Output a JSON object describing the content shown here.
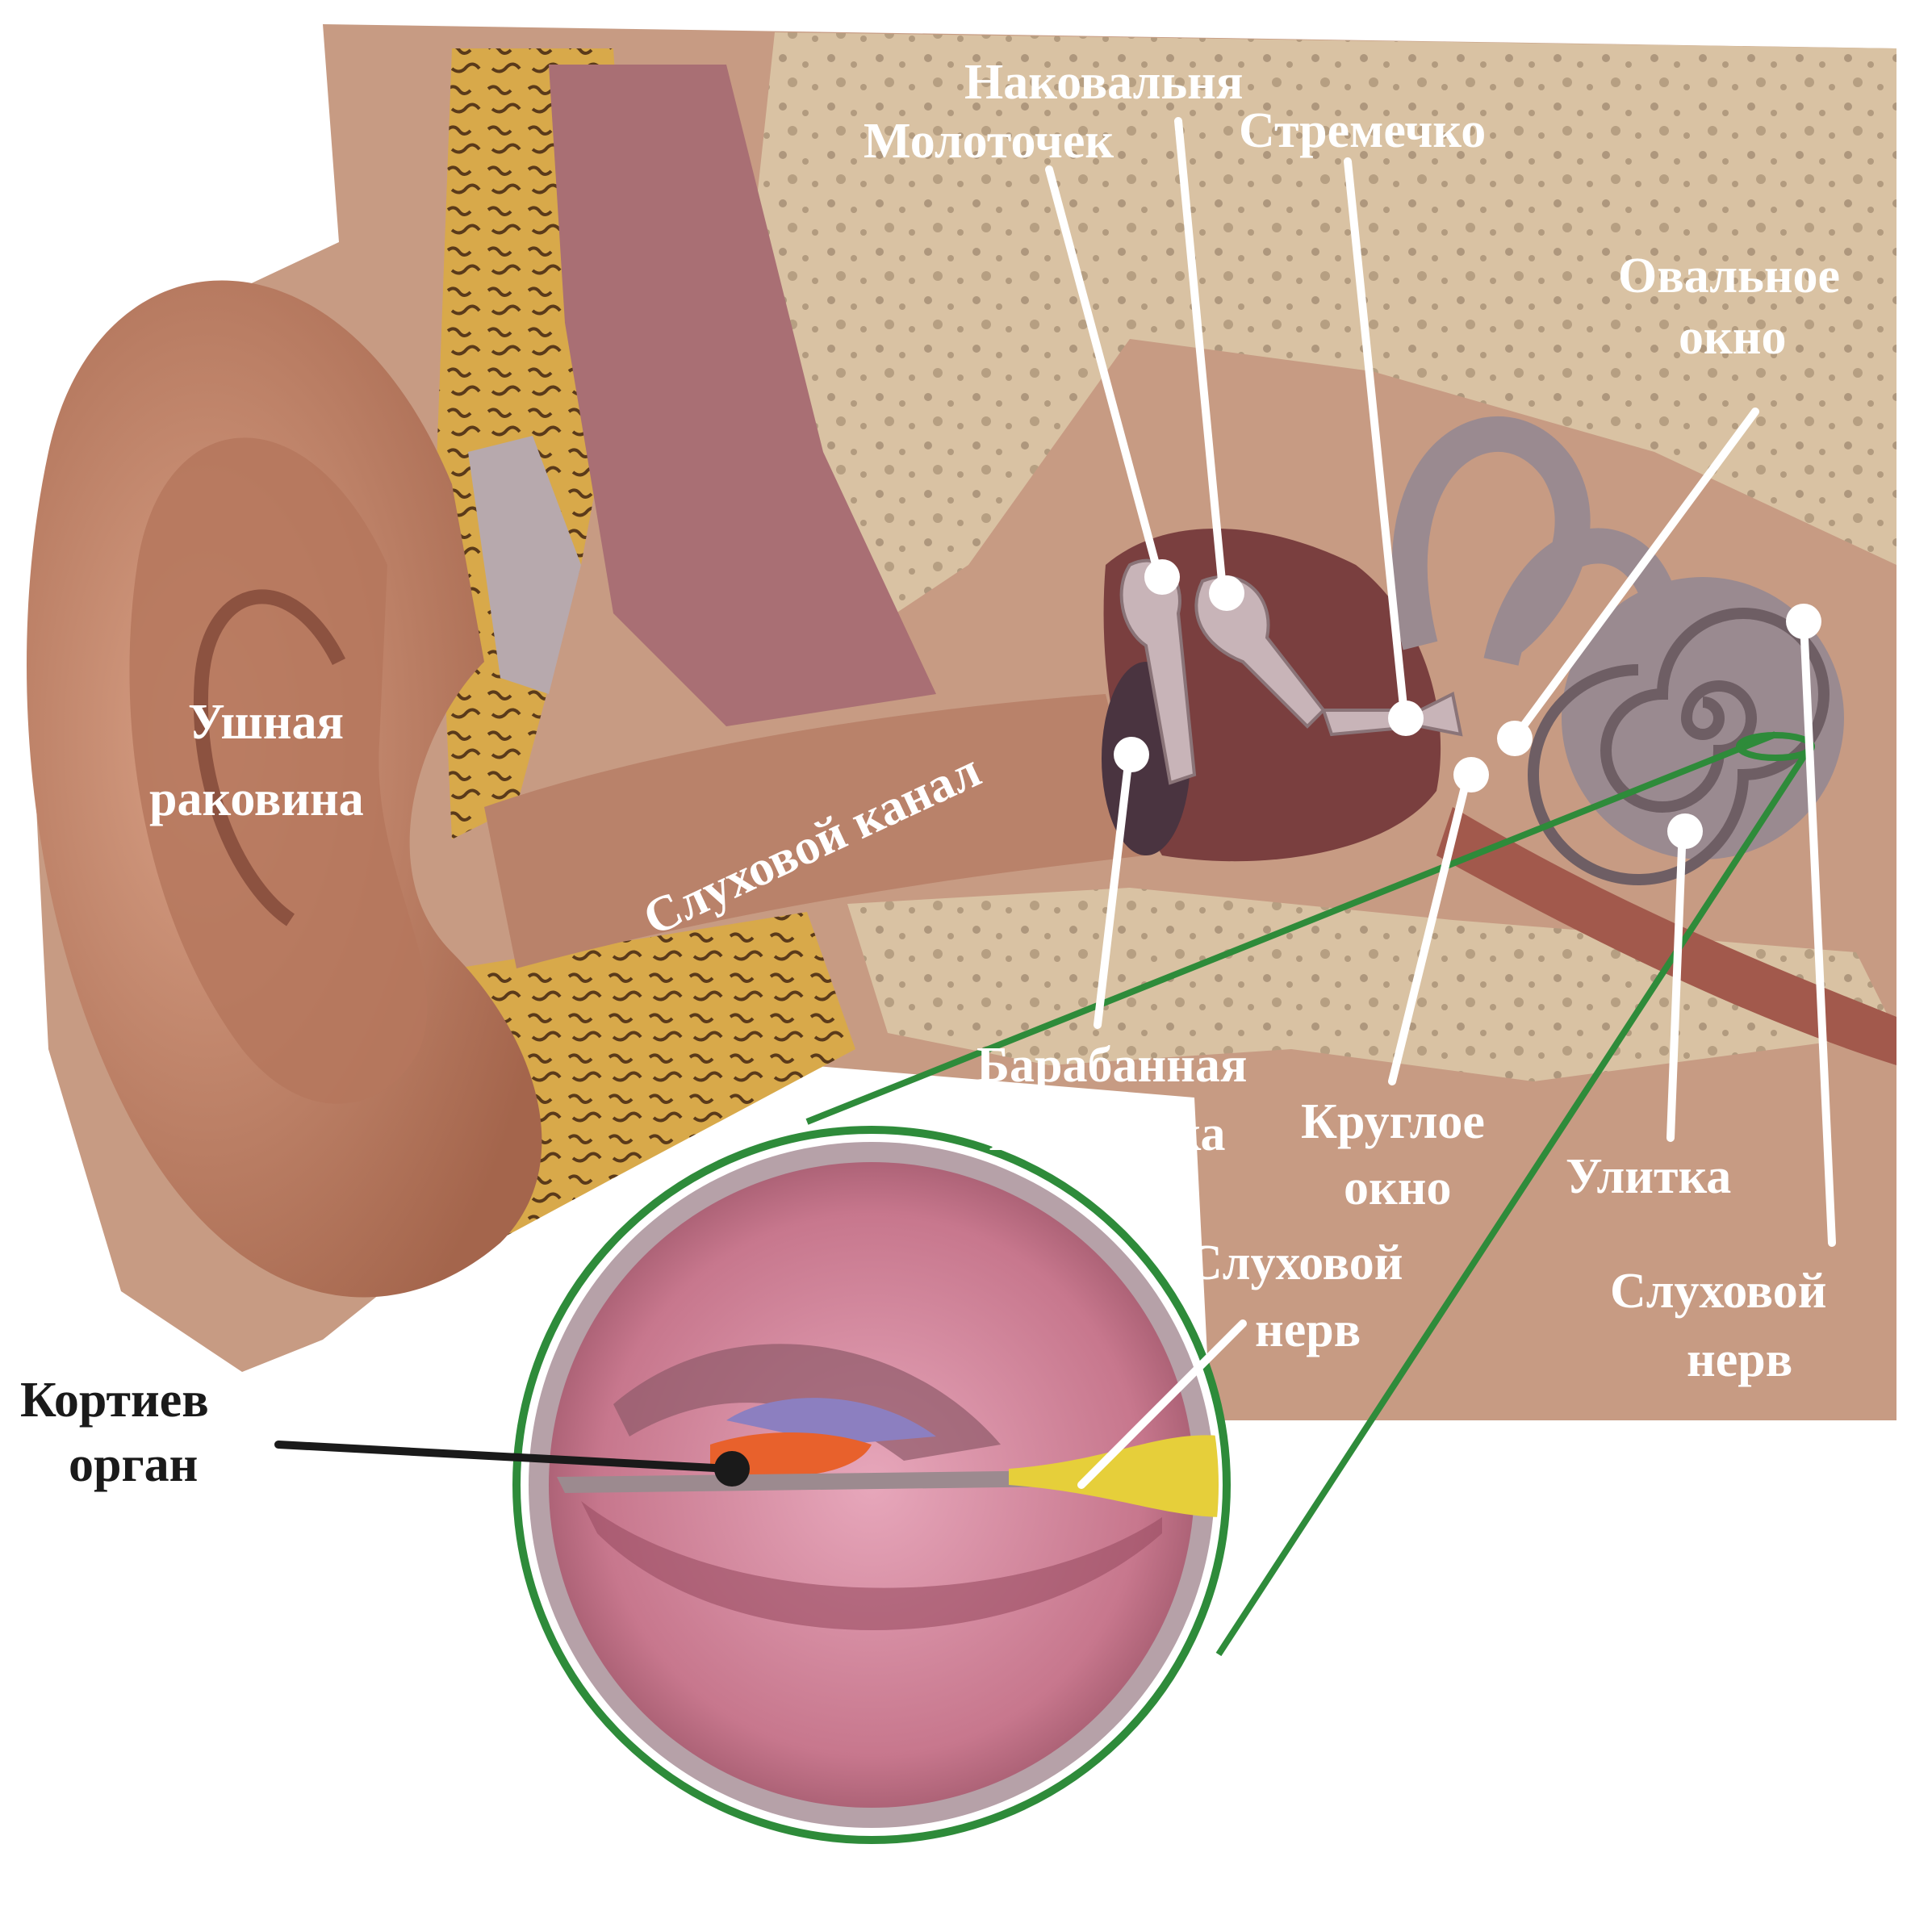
{
  "diagram": {
    "colors": {
      "background": "#ffffff",
      "skin": "#c98f72",
      "skin_dark": "#a4654c",
      "bone": "#d9c2a3",
      "bone_speckle": "#8b745c",
      "fat": "#d8a94a",
      "cartilage": "#b7a9ad",
      "muscle": "#a96f74",
      "cavity": "#7a3f3f",
      "cochlea": "#9a8a90",
      "zoom_ring": "#2e8b3a",
      "inner_tube": "#c7778d",
      "corti": "#e8612c",
      "nerve": "#e6cf3a",
      "label_white": "#ffffff",
      "label_black": "#1a1a1a",
      "pointer_white": "#ffffff",
      "pointer_black": "#1a1a1a"
    },
    "labels": {
      "anvil": "Наковальня",
      "hammer": "Молоточек",
      "stirrup": "Стремечко",
      "oval_window_1": "Овальное",
      "oval_window_2": "окно",
      "auricle_1": "Ушная",
      "auricle_2": "раковина",
      "ear_canal": "Слуховой канал",
      "eardrum_1": "Барабанная",
      "eardrum_2": "перепонка",
      "round_window_1": "Круглое",
      "round_window_2": "окно",
      "cochlea": "Улитка",
      "auditory_nerve_1": "Слуховой",
      "auditory_nerve_2": "нерв",
      "inset_nerve_1": "Слуховой",
      "inset_nerve_2": "нерв",
      "organ_of_corti_1": "Кортиев",
      "organ_of_corti_2": "орган"
    }
  }
}
